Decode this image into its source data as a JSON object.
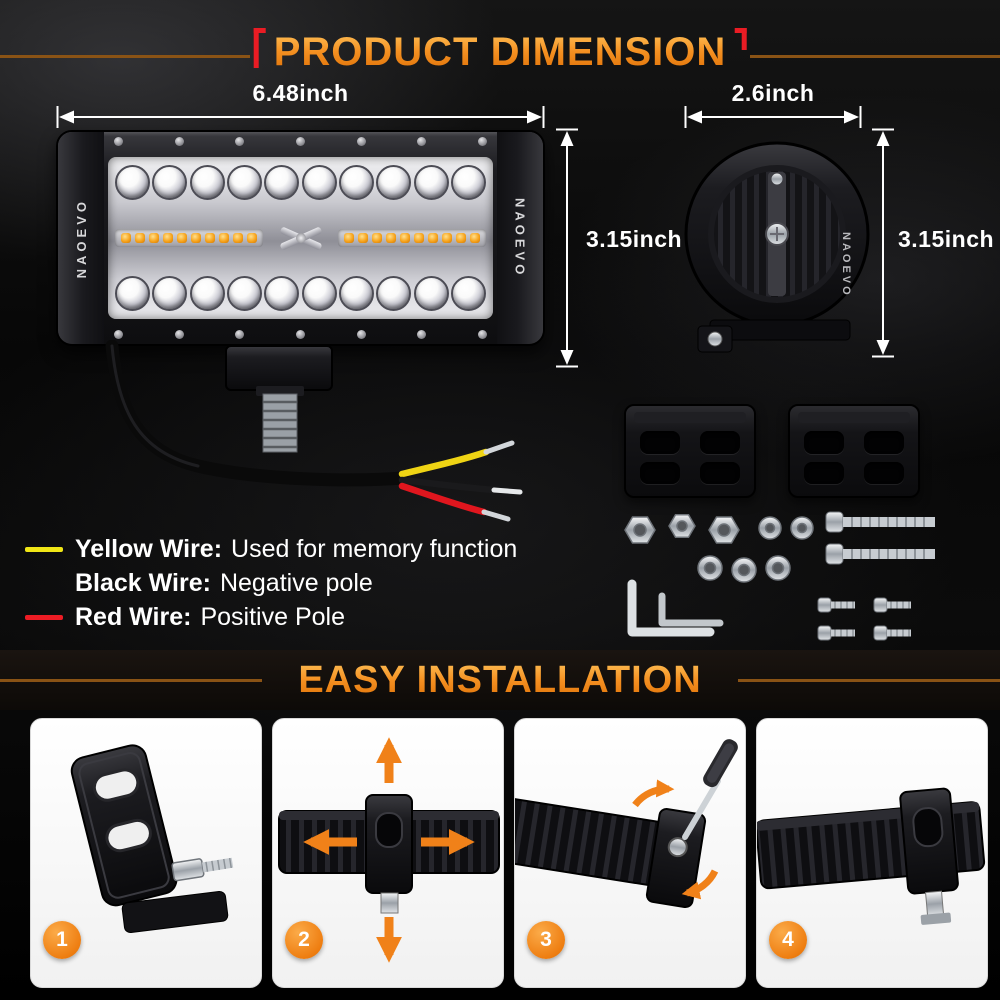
{
  "header": {
    "title": "PRODUCT DIMENSION"
  },
  "brand": "NAOEVO",
  "dimensions": {
    "front_width": "6.48inch",
    "front_height": "3.15inch",
    "side_width": "2.6inch",
    "side_height": "3.15inch"
  },
  "wires": [
    {
      "name": "Yellow Wire:",
      "desc": "Used for memory function",
      "color": "#f0e616"
    },
    {
      "name": "Black Wire:",
      "desc": "Negative pole",
      "color": "#000000"
    },
    {
      "name": "Red Wire:",
      "desc": "Positive Pole",
      "color": "#ed1c24"
    }
  ],
  "installation": {
    "title": "EASY INSTALLATION",
    "steps": [
      {
        "number": "1"
      },
      {
        "number": "2"
      },
      {
        "number": "3"
      },
      {
        "number": "4"
      }
    ]
  },
  "colors": {
    "accent_orange": "#f08119",
    "title_orange_light": "#ffc45c",
    "title_orange_dark": "#dd6f06",
    "red_accent": "#ea1c24",
    "background": "#0a0a0a"
  }
}
